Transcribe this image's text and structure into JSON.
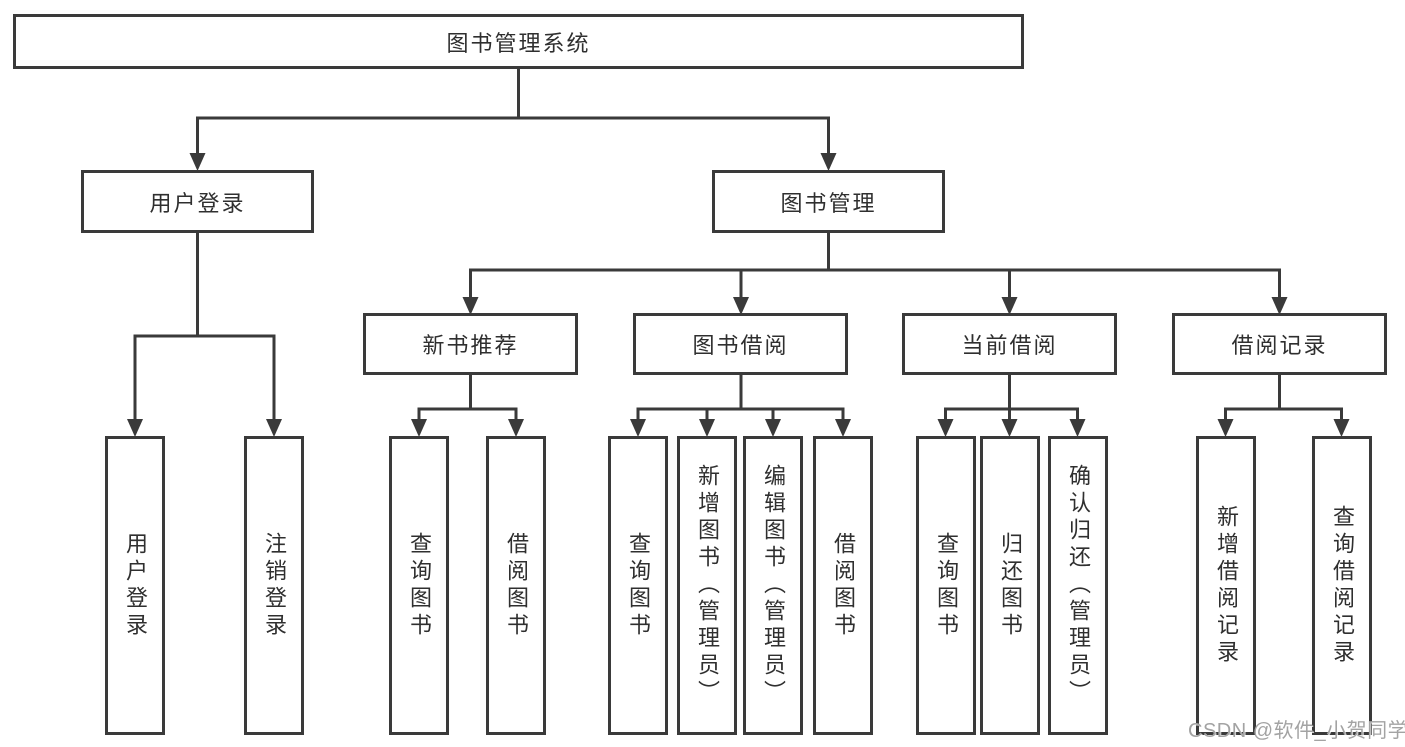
{
  "colors": {
    "line": "#3a3a3a",
    "text": "#2f2f2f",
    "watermark": "#a3a3a3",
    "background": "#ffffff"
  },
  "diagram": {
    "root": {
      "label": "图书管理系统"
    },
    "user_login": {
      "label": "用户登录",
      "leaves": [
        "用户登录",
        "注销登录"
      ]
    },
    "book_mgmt": {
      "label": "图书管理"
    },
    "new_book": {
      "label": "新书推荐",
      "leaves": [
        "查询图书",
        "借阅图书"
      ]
    },
    "book_borrow": {
      "label": "图书借阅",
      "leaves": [
        "查询图书",
        "新增图书（管理员）",
        "编辑图书（管理员）",
        "借阅图书"
      ]
    },
    "current_borrow": {
      "label": "当前借阅",
      "leaves": [
        "查询图书",
        "归还图书",
        "确认归还（管理员）"
      ]
    },
    "borrow_record": {
      "label": "借阅记录",
      "leaves": [
        "新增借阅记录",
        "查询借阅记录"
      ]
    }
  },
  "watermark": {
    "text": "CSDN @软件_小贺同学"
  }
}
